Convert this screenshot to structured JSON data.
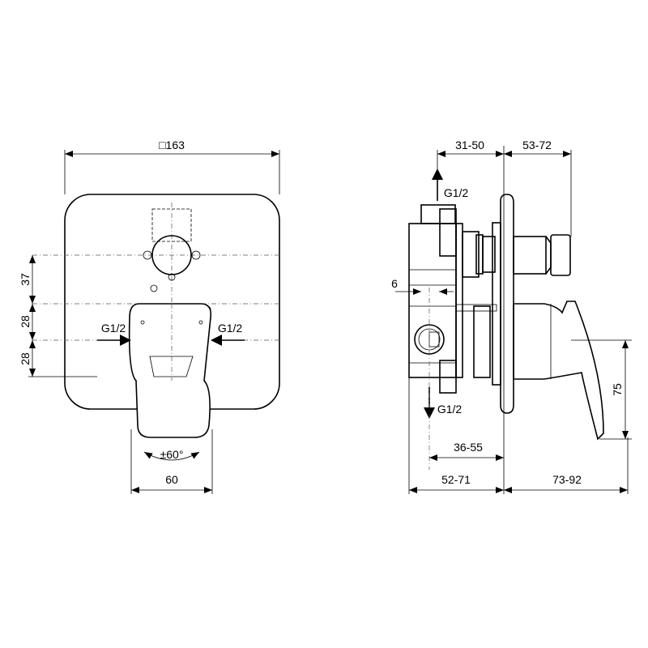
{
  "front_view": {
    "width_label": "□163",
    "dim_37": "37",
    "dim_28_upper": "28",
    "dim_28_lower": "28",
    "inlet_left": "G1/2",
    "inlet_right": "G1/2",
    "rotation": "±60°",
    "lever_width": "60"
  },
  "side_view": {
    "dim_31_50": "31-50",
    "dim_53_72": "53-72",
    "outlet_top": "G1/2",
    "dim_6": "6",
    "outlet_bottom": "G1/2",
    "dim_36_55": "36-55",
    "dim_52_71": "52-71",
    "dim_73_92": "73-92",
    "dim_75": "75"
  }
}
